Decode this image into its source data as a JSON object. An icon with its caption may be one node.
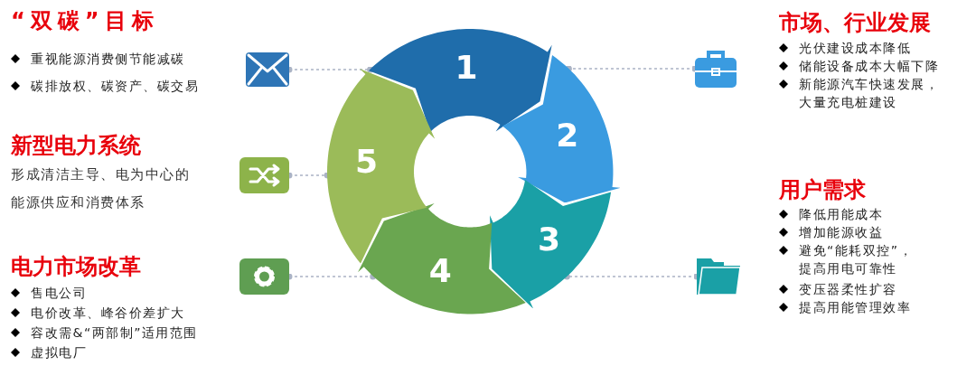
{
  "diagram": {
    "nodes": [
      {
        "text": [
          "1"
        ]
      },
      {
        "text": [
          "2"
        ]
      },
      {
        "text": [
          "3"
        ]
      },
      {
        "text": [
          "4"
        ]
      },
      {
        "text": [
          "5"
        ]
      },
      {
        "text": [],
        "shape": "picture"
      },
      {
        "text": [],
        "shape": "picture"
      },
      {
        "text": [],
        "shape": "picture"
      },
      {
        "text": [],
        "shape": "picture"
      },
      {
        "text": [],
        "shape": "picture"
      }
    ],
    "edges": [
      {
        "from": 5,
        "to": 0,
        "arrow": "other",
        "style": "dashed"
      },
      {
        "from": 6,
        "to": 1,
        "arrow": "other",
        "style": "dashed"
      },
      {
        "from": 7,
        "to": 4,
        "arrow": "other",
        "style": "dashed"
      },
      {
        "from": 8,
        "to": 2,
        "arrow": "other",
        "style": "dashed"
      },
      {
        "from": 9,
        "to": 3,
        "arrow": "other",
        "style": "dashed"
      }
    ],
    "labels": [
      "“双碳”目标",
      "重视能源消费侧节能减碳",
      "碳排放权、碳资产、碳交易",
      "新型电力系统",
      "形成清洁主导、电为中心的能源供应和消费体系",
      "电力市场改革",
      "售电公司",
      "电价改革、峰谷价差扩大",
      "容改需&“两部制”适用范围",
      "虚拟电厂",
      "市场、行业发展",
      "光伏建设成本降低",
      "储能设备成本大幅下降",
      "新能源汽车快速发展，大量充电桩建设",
      "用户需求",
      "降低用能成本",
      "增加能源收益",
      "避免“能耗双控”，提高用电可靠性",
      "变压器柔性扩容",
      "提高用能管理效率"
    ]
  }
}
